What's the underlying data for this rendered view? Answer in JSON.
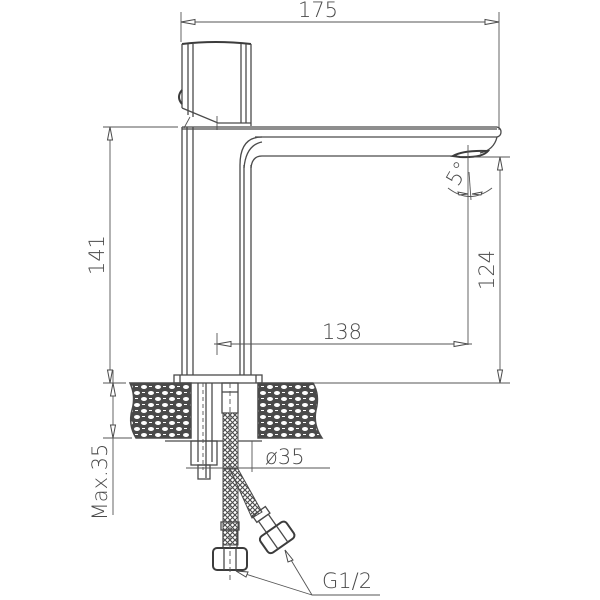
{
  "drawing": {
    "subject": "Basin faucet technical dimension drawing",
    "dimensions": {
      "overall_width": "175",
      "body_height": "141",
      "spout_height": "124",
      "spout_reach": "138",
      "max_counter_thickness": "Max.35",
      "hole_diameter": "ø35",
      "connection_thread": "G1/2",
      "spout_angle": "5°"
    },
    "colors": {
      "line": "#4a4a4a",
      "background": "#ffffff"
    }
  }
}
